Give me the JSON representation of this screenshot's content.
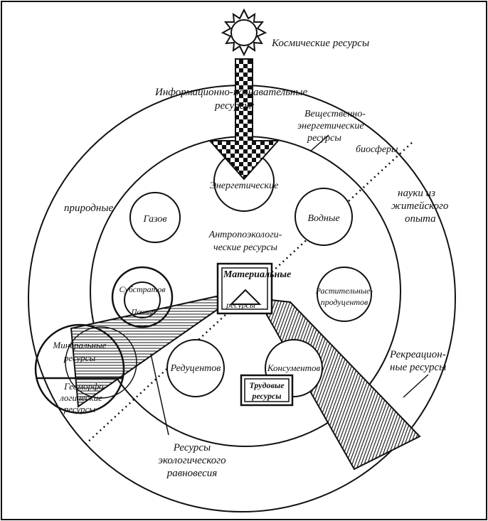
{
  "labels": {
    "cosmic": "Космические ресурсы",
    "info_1": "Информационно-познавательные",
    "info_2": "ресурсы:",
    "material_energy_1": "Вещественно-",
    "material_energy_2": "энергетические",
    "material_energy_3": "ресурсы",
    "material_energy_4": "биосферы",
    "natural": "природные",
    "science_1": "науки из",
    "science_2": "житейского",
    "science_3": "опыта",
    "energy": "Энергетические",
    "gases": "Газов",
    "water": "Водные",
    "anthropo_1": "Антропоэкологи-",
    "anthropo_2": "ческие ресурсы",
    "material_1": "Материальные",
    "material_2": "ресурсы",
    "substrates": "Субстратов",
    "soils": "Почвы",
    "plants_1": "Растительные-",
    "plants_2": "продуцентов",
    "mineral_1": "Минеральные",
    "mineral_2": "ресурсы",
    "geomorph_1": "Геоморфо-",
    "geomorph_2": "логические",
    "geomorph_3": "ресурсы",
    "reducers": "Редуцентов",
    "consumers": "Консументов",
    "labor_1": "Трудовые",
    "labor_2": "ресурсы",
    "recreation_1": "Рекреацион-",
    "recreation_2": "ные ресурсы",
    "equilibrium_1": "Ресурсы",
    "equilibrium_2": "экологического",
    "equilibrium_3": "равновесия"
  },
  "colors": {
    "ink": "#111111",
    "paper": "#ffffff"
  }
}
